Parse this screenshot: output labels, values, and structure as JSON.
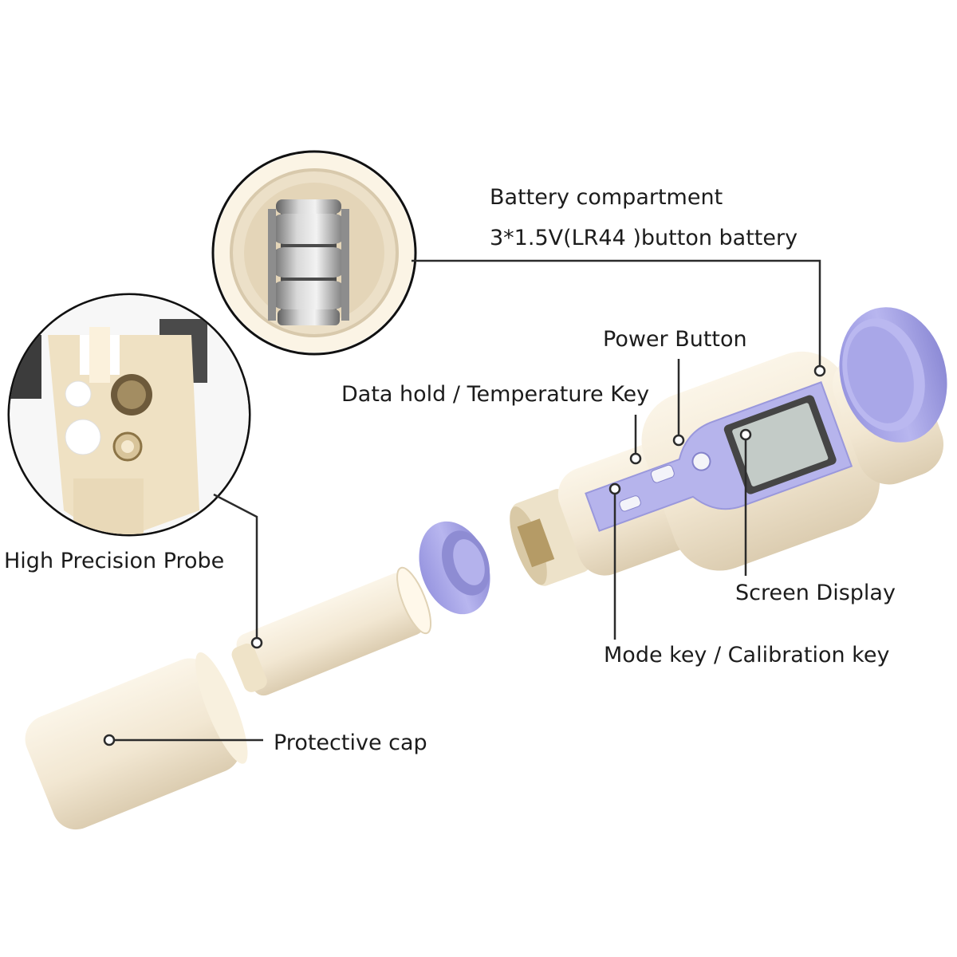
{
  "labels": {
    "battery_title": "Battery compartment",
    "battery_spec": "3*1.5V(LR44 )button battery",
    "power_button": "Power Button",
    "data_hold": "Data hold / Temperature Key",
    "high_precision_probe": "High Precision Probe",
    "screen_display": "Screen Display",
    "mode_key": "Mode key / Calibration key",
    "protective_cap": "Protective cap"
  },
  "colors": {
    "body": "#f4ead7",
    "body_shade": "#e3d6bd",
    "accent_lavender": "#a6a4e6",
    "accent_lavender_dark": "#7f7dc8",
    "screen": "#c3cbc7",
    "leader_line": "#2b2b2b"
  }
}
